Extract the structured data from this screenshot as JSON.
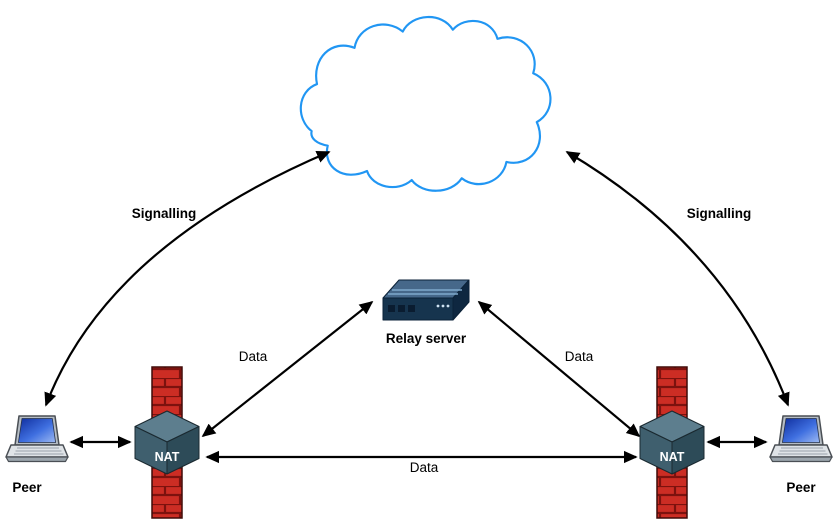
{
  "labels": {
    "signalling_left": "Signalling",
    "signalling_right": "Signalling",
    "relay_server": "Relay server",
    "nat_left": "NAT",
    "nat_right": "NAT",
    "peer_left": "Peer",
    "peer_right": "Peer",
    "data_upper_left": "Data",
    "data_upper_right": "Data",
    "data_bottom": "Data"
  },
  "icons": {
    "cloud": "internet-cloud",
    "relay_server": "server-box-icon",
    "nat": "nat-cube-icon",
    "firewall": "brick-wall-firewall-icon",
    "peer": "laptop-icon"
  },
  "colors": {
    "background": "#ffffff",
    "cloud_stroke": "#2196f3",
    "arrow": "#000000",
    "label_text": "#000000",
    "nat_text": "#ffffff",
    "firewall_brick": "#cc2d24",
    "firewall_mortar": "#7c120e",
    "cube_top": "#5d7e8e",
    "cube_left": "#3f5f6e",
    "cube_right": "#2d4b58",
    "server_top": "#46688a",
    "server_front": "#16344e",
    "server_side": "#0e2740"
  }
}
